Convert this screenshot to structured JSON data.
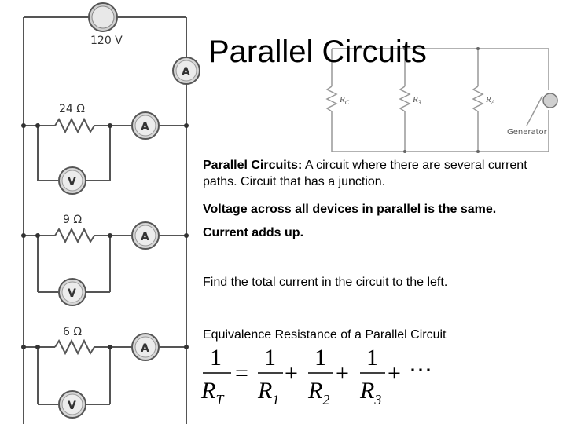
{
  "title": "Parallel Circuits",
  "left_circuit": {
    "source_voltage": "120 V",
    "ammeter_symbol": "A",
    "voltmeter_symbol": "V",
    "resistors": [
      "24 Ω",
      "9 Ω",
      "6 Ω"
    ]
  },
  "right_circuit": {
    "resistor_labels": [
      {
        "main": "R",
        "sub": "C"
      },
      {
        "main": "R",
        "sub": "3"
      },
      {
        "main": "R",
        "sub": "A"
      }
    ],
    "generator_label": "Generator"
  },
  "text": {
    "definition_term": "Parallel Circuits:",
    "definition_body": " A circuit where there are several current paths. Circuit that has a junction.",
    "voltage_rule": "Voltage across all devices in parallel is the same.",
    "current_rule": "Current adds up.",
    "question": "Find the total current in the circuit to the left.",
    "equation_heading": "Equivalence Resistance of a Parallel Circuit"
  },
  "equation": {
    "numerator": "1",
    "equals": "=",
    "plus": "+",
    "ellipsis": "⋯",
    "terms": [
      {
        "main": "R",
        "sub": "T"
      },
      {
        "main": "R",
        "sub": "1"
      },
      {
        "main": "R",
        "sub": "2"
      },
      {
        "main": "R",
        "sub": "3"
      }
    ]
  }
}
